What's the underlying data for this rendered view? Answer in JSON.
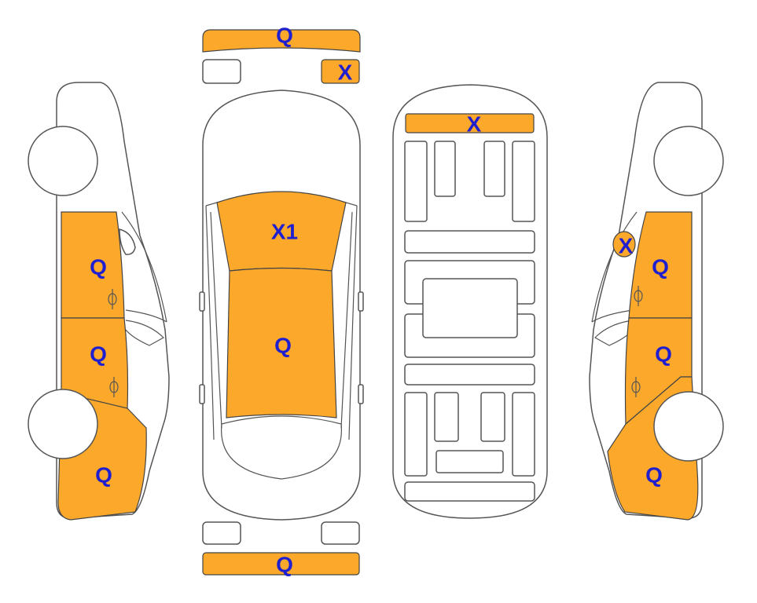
{
  "colors": {
    "damage_fill": "#FCA92B",
    "label_color": "#1F1FD0",
    "outline": "#555555"
  },
  "labels": {
    "front_bumper": "Q",
    "headlight_right": "X",
    "top_windshield": "X1",
    "top_hood": "Q",
    "rear_bumper": "Q",
    "underbody_front": "X",
    "left_front_door": "Q",
    "left_rear_door": "Q",
    "left_rear_quarter": "Q",
    "right_mirror": "X",
    "right_front_door": "Q",
    "right_rear_door": "Q",
    "right_rear_quarter": "Q"
  }
}
